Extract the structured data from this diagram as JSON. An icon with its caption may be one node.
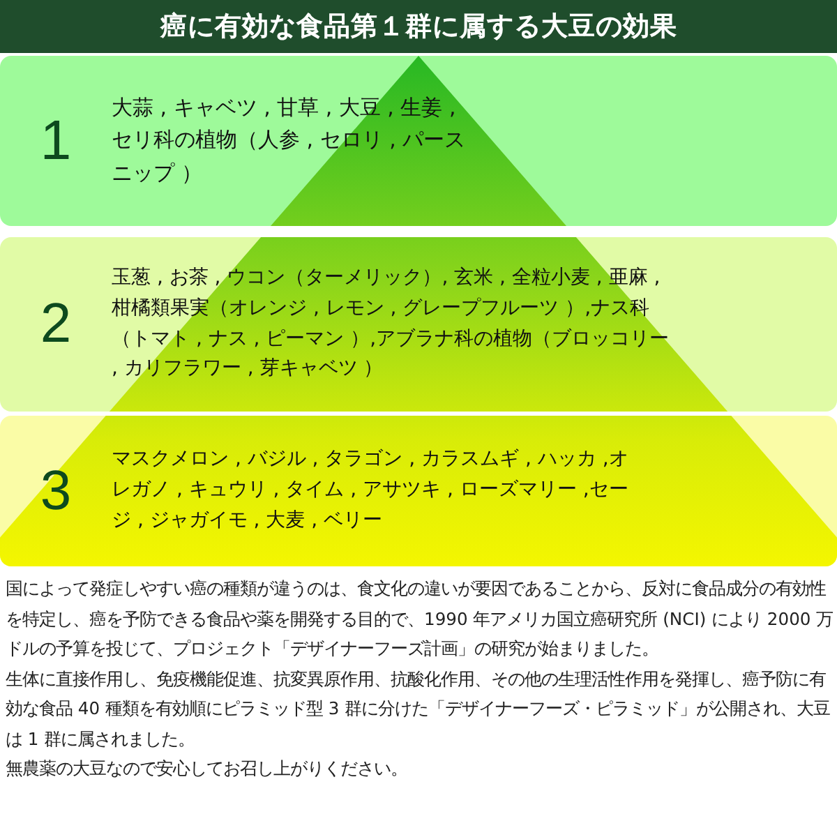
{
  "diagram": {
    "title": "癌に有効な食品第１群に属する大豆の効果",
    "nodes": [
      {
        "text": [
          "1",
          "大蒜 , キャベツ , 甘草 , 大豆 , 生姜 ,セリ科の植物（人参 , セロリ , パースニップ ）"
        ]
      },
      {
        "text": [
          "2",
          "玉葱 , お茶 , ウコン（ターメリック）, 玄米 , 全粒小麦 , 亜麻 ,柑橘類果実（オレンジ , レモン , グレープフルーツ ）,ナス科（トマト , ナス , ピーマン ）,アブラナ科の植物（ブロッコリー , カリフラワー , 芽キャベツ ）"
        ]
      },
      {
        "text": [
          "3",
          "マスクメロン , バジル , タラゴン , カラスムギ , ハッカ ,オレガノ , キュウリ , タイム , アサツキ , ローズマリー ,セージ , ジャガイモ , 大麦 , ベリー"
        ]
      }
    ],
    "labels": [
      "国によって発症しやすい癌の種類が違うのは、食文化の違いが要因であることから、反対に食品成分の有効性を特定し、癌を予防できる食品や薬を開発する目的で、1990 年アメリカ国立癌研究所 (NCI) により 2000 万ドルの予算を投じて、プロジェクト「デザイナーフーズ計画」の研究が始まりました。",
      "生体に直接作用し、免疫機能促進、抗変異原作用、抗酸化作用、その他の生理活性作用を発揮し、癌予防に有効な食品 40 種類を有効順にピラミッド型 3 群に分けた「デザイナーフーズ・ピラミッド」が公開され、大豆は 1 群に属されました。",
      "無農薬の大豆なので安心してお召し上がりください。"
    ]
  }
}
